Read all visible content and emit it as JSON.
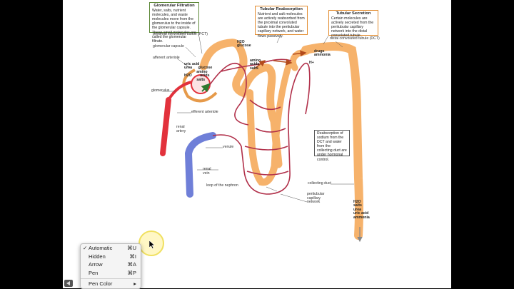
{
  "boxes": {
    "glomerular": {
      "title": "Glomerular Filtration",
      "text": "Water, salts, nutrient molecules, and waste molecules move from the glomerulus to the inside of the glomerular capsule. These small molecules are called the glomerular filtrate."
    },
    "reabsorption": {
      "title": "Tubular Reabsorption",
      "text": "Nutrient and salt molecules are actively reabsorbed from the proximal convoluted tubule into the peritubular capillary network, and water flows passively."
    },
    "secretion": {
      "title": "Tubular Secretion",
      "text": "Certain molecules are actively secreted from the peritubular capillary network into the distal convoluted tubule."
    },
    "sodium": {
      "text": "Reabsorption of sodium from the DCT and water from the collecting duct are under hormonal control."
    }
  },
  "labels": {
    "pct": "proximal convoluted tubule (PCT)",
    "glomerular_capsule": "glomerular capsule",
    "afferent": "afferent arteriole",
    "glomerulus": "glomerulus",
    "efferent": "efferent arteriole",
    "renal_artery": "renal\nartery",
    "venule": "venule",
    "renal_vein": "renal\nvein",
    "loop": "loop of the nephron",
    "peritubular": "peritubular\ncapillary\nnetwork",
    "collecting_duct": "collecting duct",
    "dct": "distal convoluted tubule (DCT)"
  },
  "molecules": {
    "glomerulus": "uric acid\nurea      glucose\n            amino\nH2O        acids\n            salts",
    "pct_top": "H2O\nglucose",
    "pct_mid": "amino\nacids\nsalts",
    "dct_drugs": "drugs\nammonia",
    "dct_h": "H+",
    "duct": "H2O\nsalts\nurea\nuric acid\nammonia"
  },
  "context_menu": {
    "items": [
      {
        "label": "Automatic",
        "shortcut": "⌘U",
        "checked": true
      },
      {
        "label": "Hidden",
        "shortcut": "⌘I",
        "checked": false
      },
      {
        "label": "Arrow",
        "shortcut": "⌘A",
        "checked": false
      },
      {
        "label": "Pen",
        "shortcut": "⌘P",
        "checked": false
      }
    ],
    "pen_color": "Pen Color",
    "submenu_arrow": "▸"
  },
  "colors": {
    "artery": "#e2323c",
    "vein": "#6f7fd8",
    "tubule": "#f6b26b",
    "tubule_dark": "#e69a4a",
    "box_green": "#5f8a3a",
    "box_orange": "#e28b2e"
  },
  "icons": {
    "nav": "back-arrow-icon",
    "pointer": "mouse-pointer-icon"
  }
}
